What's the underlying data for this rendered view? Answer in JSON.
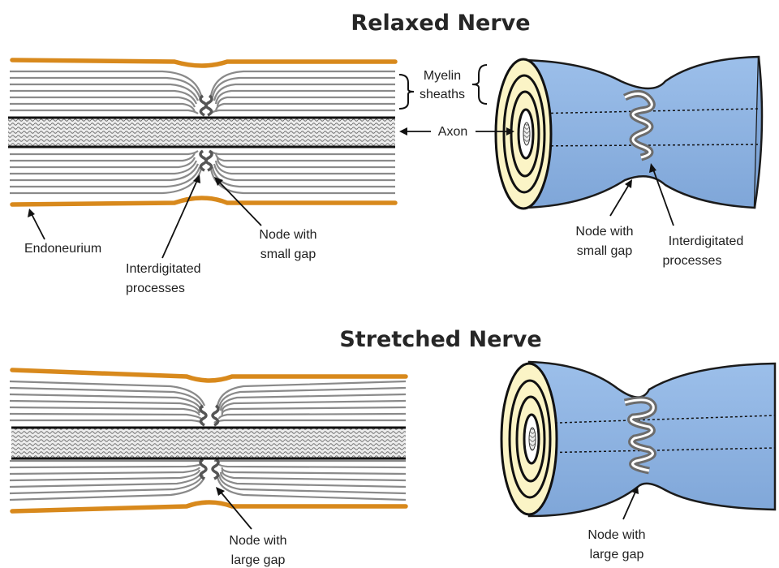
{
  "titles": {
    "relaxed": "Relaxed Nerve",
    "stretched": "Stretched Nerve"
  },
  "labels": {
    "myelin_line1": "Myelin",
    "myelin_line2": "sheaths",
    "axon": "Axon",
    "endoneurium": "Endoneurium",
    "interdigitated_line1": "Interdigitated",
    "interdigitated_line2": "processes",
    "node_small_line1": "Node with",
    "node_small_line2": "small gap",
    "node_large_line1": "Node with",
    "node_large_line2": "large gap"
  },
  "colors": {
    "endoneurium": "#d8891c",
    "myelin_line": "#8a8a8a",
    "axon_fill": "#e6e6e6",
    "node_body": "#8fb5e6",
    "ring_fill": "#fbf4c6"
  }
}
